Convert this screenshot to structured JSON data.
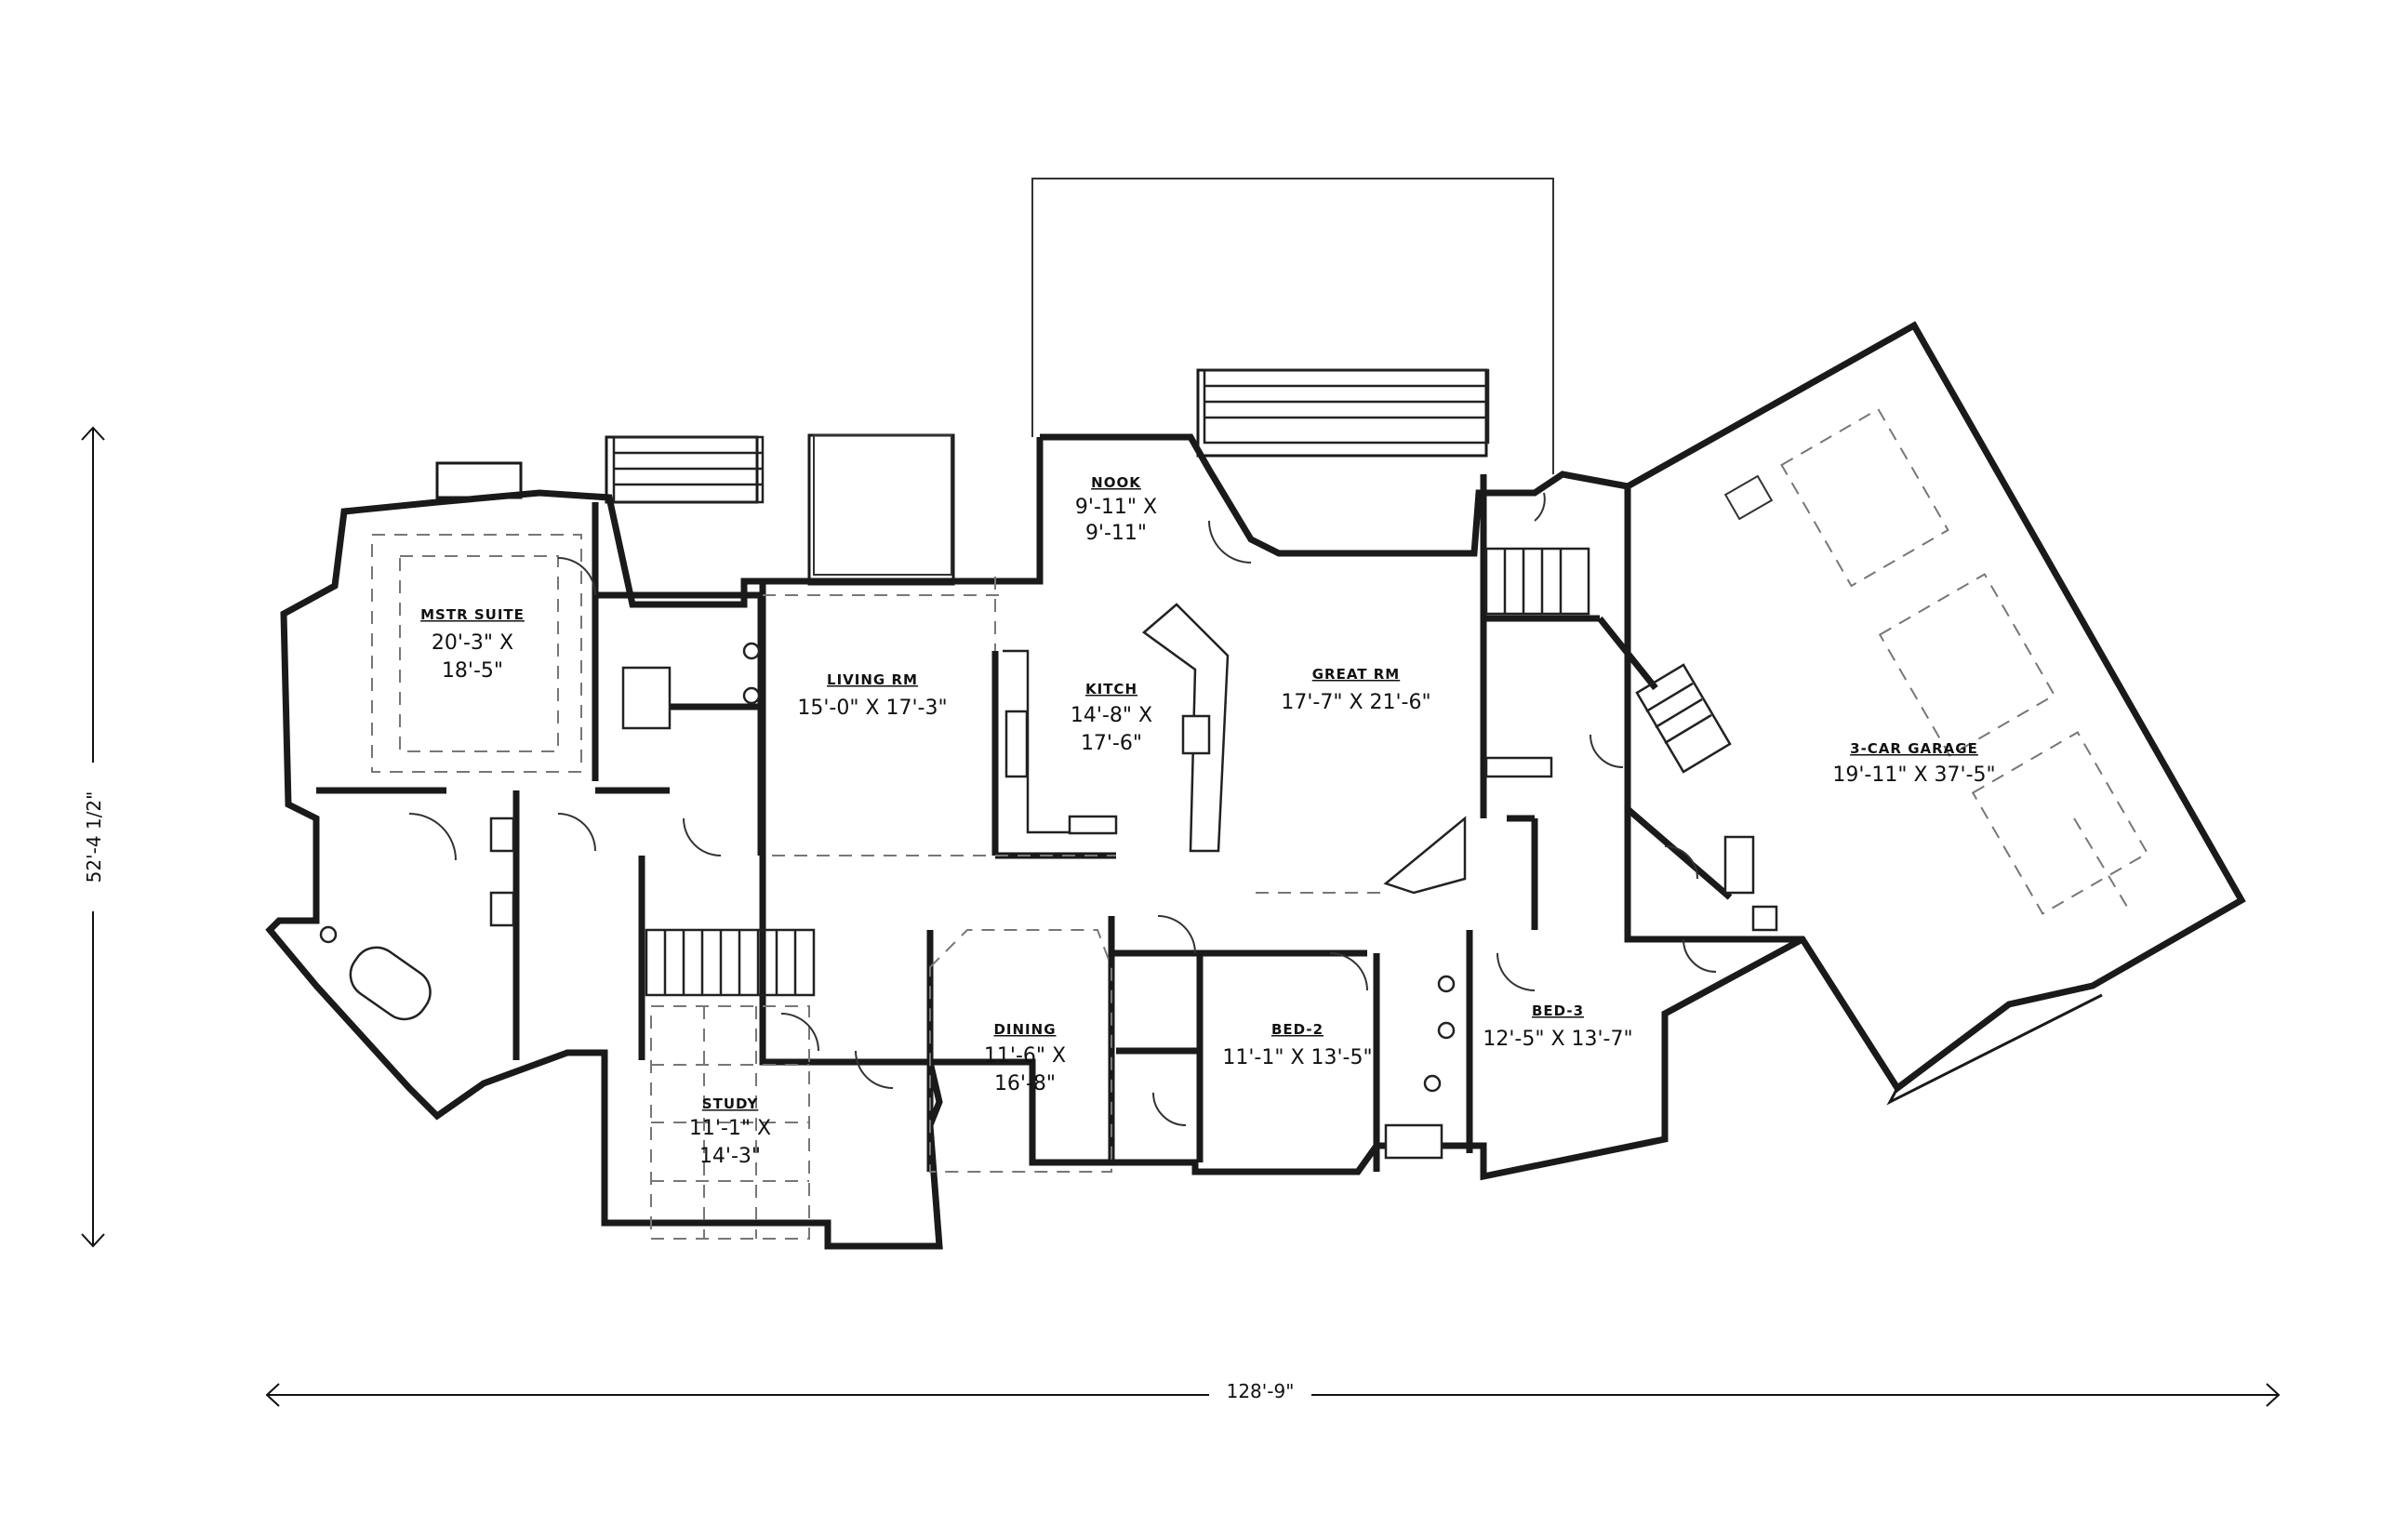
{
  "rooms": {
    "master": {
      "name": "MSTR SUITE",
      "dim1": "20'-3\" X",
      "dim2": "18'-5\""
    },
    "living": {
      "name": "LIVING RM",
      "dim1": "15'-0\" X 17'-3\""
    },
    "nook": {
      "name": "NOOK",
      "dim1": "9'-11\" X",
      "dim2": "9'-11\""
    },
    "kitchen": {
      "name": "KITCH",
      "dim1": "14'-8\" X",
      "dim2": "17'-6\""
    },
    "great": {
      "name": "GREAT RM",
      "dim1": "17'-7\" X 21'-6\""
    },
    "garage": {
      "name": "3-CAR GARAGE",
      "dim1": "19'-11\" X 37'-5\""
    },
    "dining": {
      "name": "DINING",
      "dim1": "11'-6\" X",
      "dim2": "16'-8\""
    },
    "study": {
      "name": "STUDY",
      "dim1": "11'-1\" X",
      "dim2": "14'-3\""
    },
    "bed2": {
      "name": "BED-2",
      "dim1": "11'-1\" X 13'-5\""
    },
    "bed3": {
      "name": "BED-3",
      "dim1": "12'-5\" X 13'-7\""
    }
  },
  "dimensions": {
    "overall_width": "128'-9\"",
    "overall_depth": "52'-4 1/2\""
  }
}
